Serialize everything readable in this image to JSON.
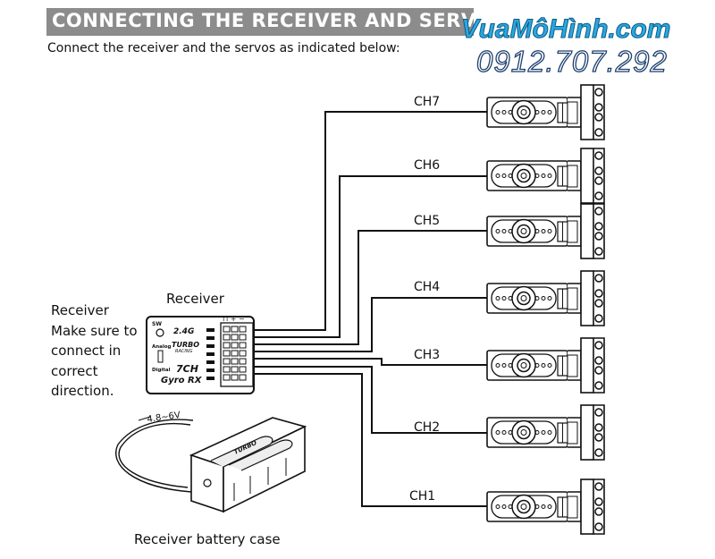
{
  "header": {
    "title": "CONNECTING THE RECEIVER AND SERVOS"
  },
  "subtitle": "Connect the receiver and the servos as indicated below:",
  "watermark": {
    "site": "VuaMôHình.com",
    "phone": "0912.707.292"
  },
  "receiver": {
    "label": "Receiver",
    "note_lines": [
      "Receiver",
      "Make sure to",
      "connect in",
      "correct",
      "direction."
    ],
    "sw": "SW",
    "band": "2.4G",
    "brand": "TURBO",
    "brand_sub": "RACING",
    "analog": "Analog",
    "digital": "Digital",
    "model": "7CH",
    "model_sub": "Gyro RX"
  },
  "channels": [
    "CH7",
    "CH6",
    "CH5",
    "CH4",
    "CH3",
    "CH2",
    "CH1"
  ],
  "battery": {
    "label": "Receiver battery case",
    "voltage": "4.8~6V",
    "pack_brand": "TURBO"
  }
}
